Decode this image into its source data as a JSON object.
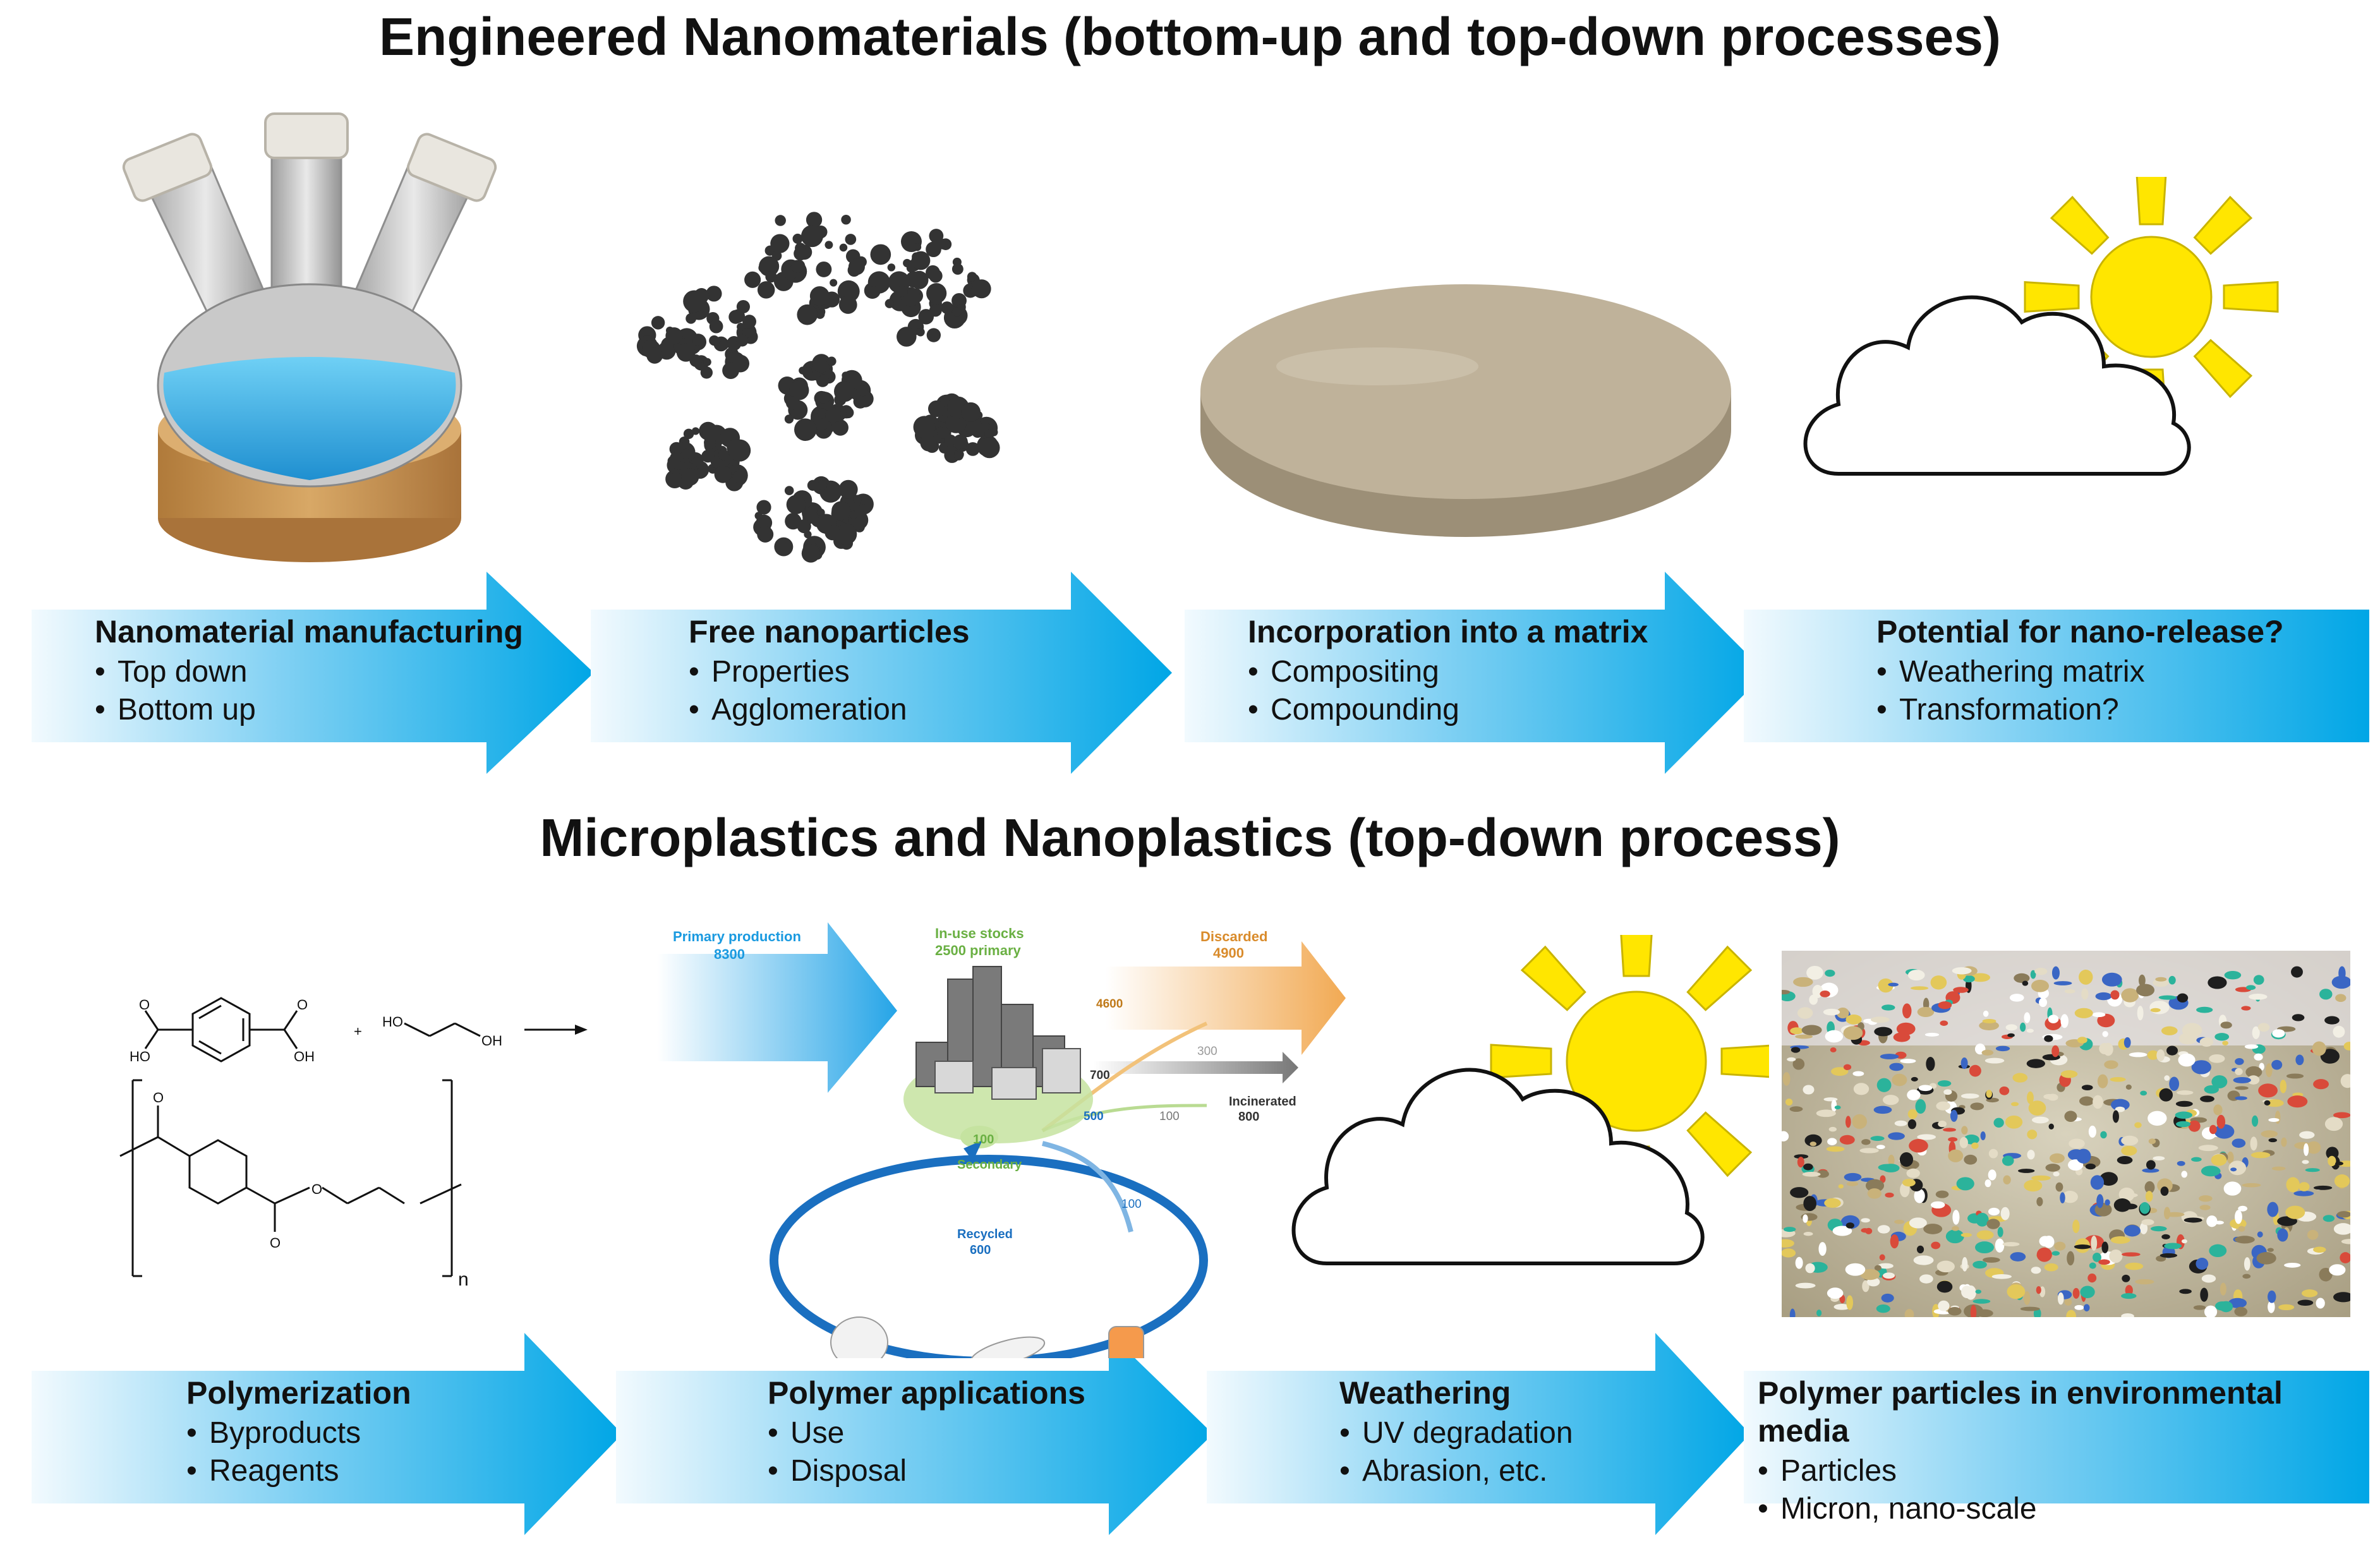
{
  "titles": {
    "top": "Engineered Nanomaterials (bottom-up and top-down processes)",
    "bottom": "Microplastics and Nanoplastics (top-down process)"
  },
  "top_row": [
    {
      "heading": "Nanomaterial manufacturing",
      "bullets": [
        "Top down",
        "Bottom up"
      ]
    },
    {
      "heading": "Free nanoparticles",
      "bullets": [
        "Properties",
        "Agglomeration"
      ]
    },
    {
      "heading": "Incorporation into a matrix",
      "bullets": [
        "Compositing",
        "Compounding"
      ]
    },
    {
      "heading": "Potential for nano-release?",
      "bullets": [
        "Weathering matrix",
        "Transformation?"
      ]
    }
  ],
  "bottom_row": [
    {
      "heading": "Polymerization",
      "bullets": [
        "Byproducts",
        "Reagents"
      ]
    },
    {
      "heading": "Polymer applications",
      "bullets": [
        "Use",
        "Disposal"
      ]
    },
    {
      "heading": "Weathering",
      "bullets": [
        "UV degradation",
        "Abrasion, etc."
      ]
    },
    {
      "heading": "Polymer particles in environmental media",
      "bullets": [
        "Particles",
        "Micron, nano-scale"
      ]
    }
  ],
  "chemistry": {
    "ho1": "HO",
    "oh1": "OH",
    "ho2": "HO",
    "oh2": "OH",
    "o1": "O",
    "o2": "O",
    "o3": "O",
    "o4": "O",
    "o5": "O",
    "plus": "+",
    "n": "n"
  },
  "flow": {
    "primary_label": "Primary production",
    "primary_value": "8300",
    "stocks_label": "In-use stocks",
    "stocks_value": "2500 primary",
    "discarded_label": "Discarded",
    "discarded_value": "4900",
    "v4600": "4600",
    "v300": "300",
    "v700": "700",
    "v500": "500",
    "v100a": "100",
    "incinerated_label": "Incinerated",
    "incinerated_value": "800",
    "secondary_value": "100",
    "secondary_label": "Secondary",
    "v100b": "100",
    "recycled_label": "Recycled",
    "recycled_value": "600"
  },
  "colors": {
    "arrow_light": "#e6f4fb",
    "arrow_dark": "#00a7e8",
    "sun": "#ffe600",
    "flask_liquid": "#2aa9e0",
    "cork": "#c9944f",
    "disc": "#bfb29a"
  }
}
